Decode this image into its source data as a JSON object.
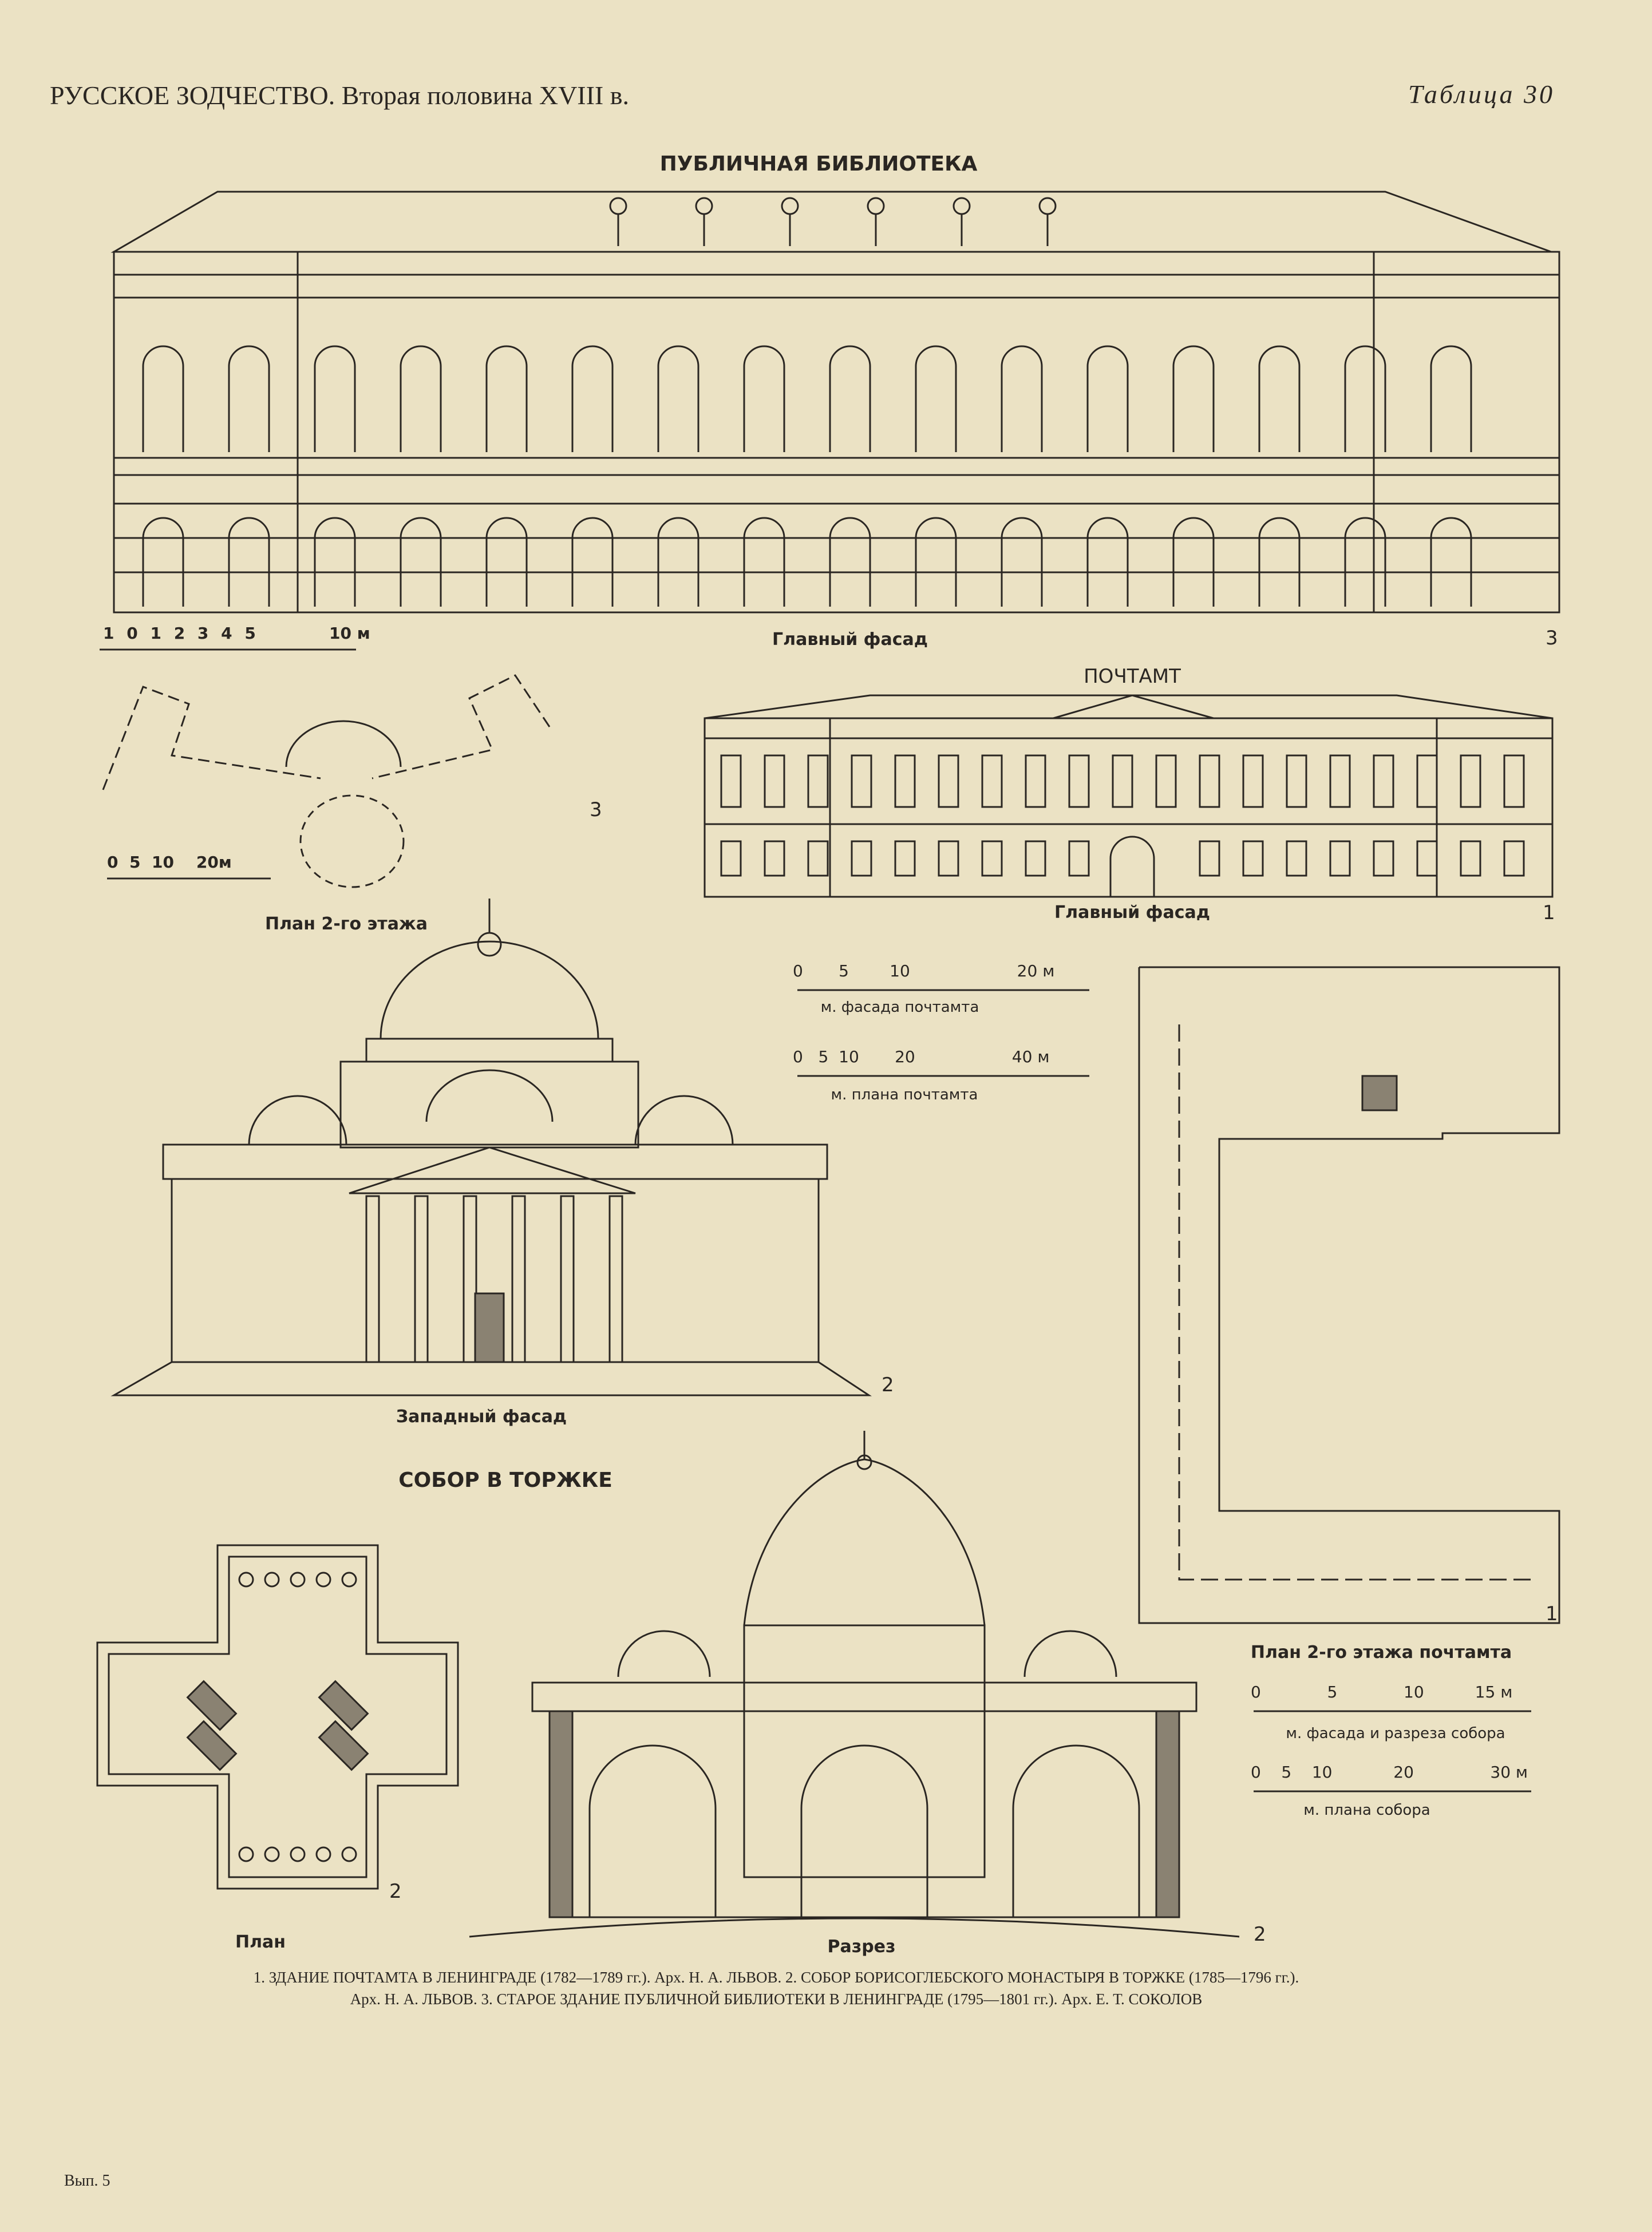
{
  "header": {
    "title": "РУССКОЕ ЗОДЧЕСТВО.",
    "subtitle": "Вторая половина XVIII в.",
    "plate": "Таблица 30"
  },
  "library": {
    "title": "ПУБЛИЧНАЯ БИБЛИОТЕКА",
    "facade_label": "Главный фасад",
    "facade_number": "3",
    "scale_ticks": "1 0 1 2 3 4 5",
    "scale_end": "10 м",
    "plan_label": "План 2-го этажа",
    "plan_number": "3",
    "plan_scale": "0  5  10    20м"
  },
  "post": {
    "title": "ПОЧТАМТ",
    "facade_label": "Главный фасад",
    "facade_number": "1",
    "facade_scale": "0       5        10                     20 м",
    "facade_scale_label": "м. фасада почтамта",
    "plan_scale": "0   5  10       20                   40 м",
    "plan_scale_label": "м. плана почтамта",
    "plan_label": "План 2-го этажа почтамта",
    "plan_number": "1"
  },
  "cathedral": {
    "title": "СОБОР В ТОРЖКЕ",
    "west_facade_label": "Западный фасад",
    "west_facade_number": "2",
    "plan_label": "План",
    "plan_number": "2",
    "section_label": "Разрез",
    "section_number": "2",
    "facade_scale": "0             5             10          15 м",
    "facade_scale_label": "м. фасада и разреза собора",
    "plan_scale": "0    5    10            20               30 м",
    "plan_scale_label": "м. плана собора"
  },
  "caption": {
    "line1": "1. ЗДАНИЕ ПОЧТАМТА В ЛЕНИНГРАДЕ (1782—1789 гг.). Арх. Н. А. ЛЬВОВ.   2. СОБОР БОРИСОГЛЕБСКОГО МОНАСТЫРЯ В ТОРЖКЕ (1785—1796 гг.).",
    "line2": "Арх. Н. А. ЛЬВОВ.   3. СТАРОЕ ЗДАНИЕ ПУБЛИЧНОЙ БИБЛИОТЕКИ В ЛЕНИНГРАДЕ (1795—1801 гг.). Арх. Е. Т. СОКОЛОВ"
  },
  "footer": {
    "issue": "Вып. 5"
  }
}
